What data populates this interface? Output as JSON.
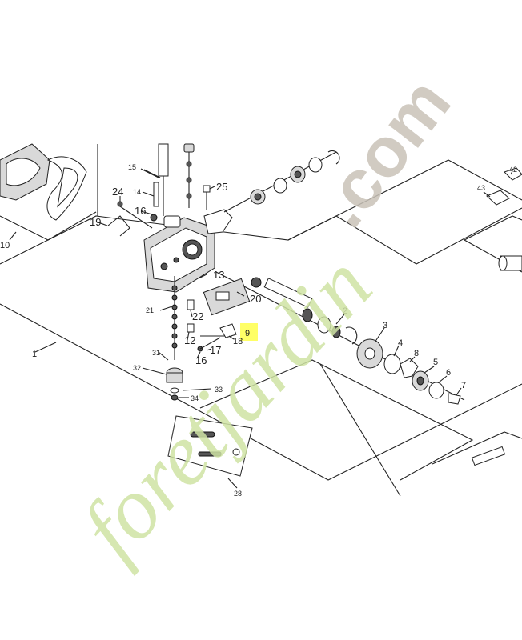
{
  "diagram": {
    "part_numbers": [
      "1",
      "2",
      "3",
      "4",
      "5",
      "6",
      "7",
      "8",
      "9",
      "10",
      "12",
      "13",
      "14",
      "15",
      "16",
      "16",
      "17",
      "18",
      "19",
      "20",
      "21",
      "22",
      "24",
      "25",
      "28",
      "31",
      "32",
      "33",
      "34",
      "42",
      "43"
    ],
    "highlighted_part": "9",
    "highlight_color": "#ffff66"
  },
  "watermark": {
    "text_gray": ".com",
    "text_green": "foretjardin",
    "gray_color": "#c9c2b8",
    "green_color": "#cfe3a4",
    "accent_orange": "#f2c79a"
  }
}
